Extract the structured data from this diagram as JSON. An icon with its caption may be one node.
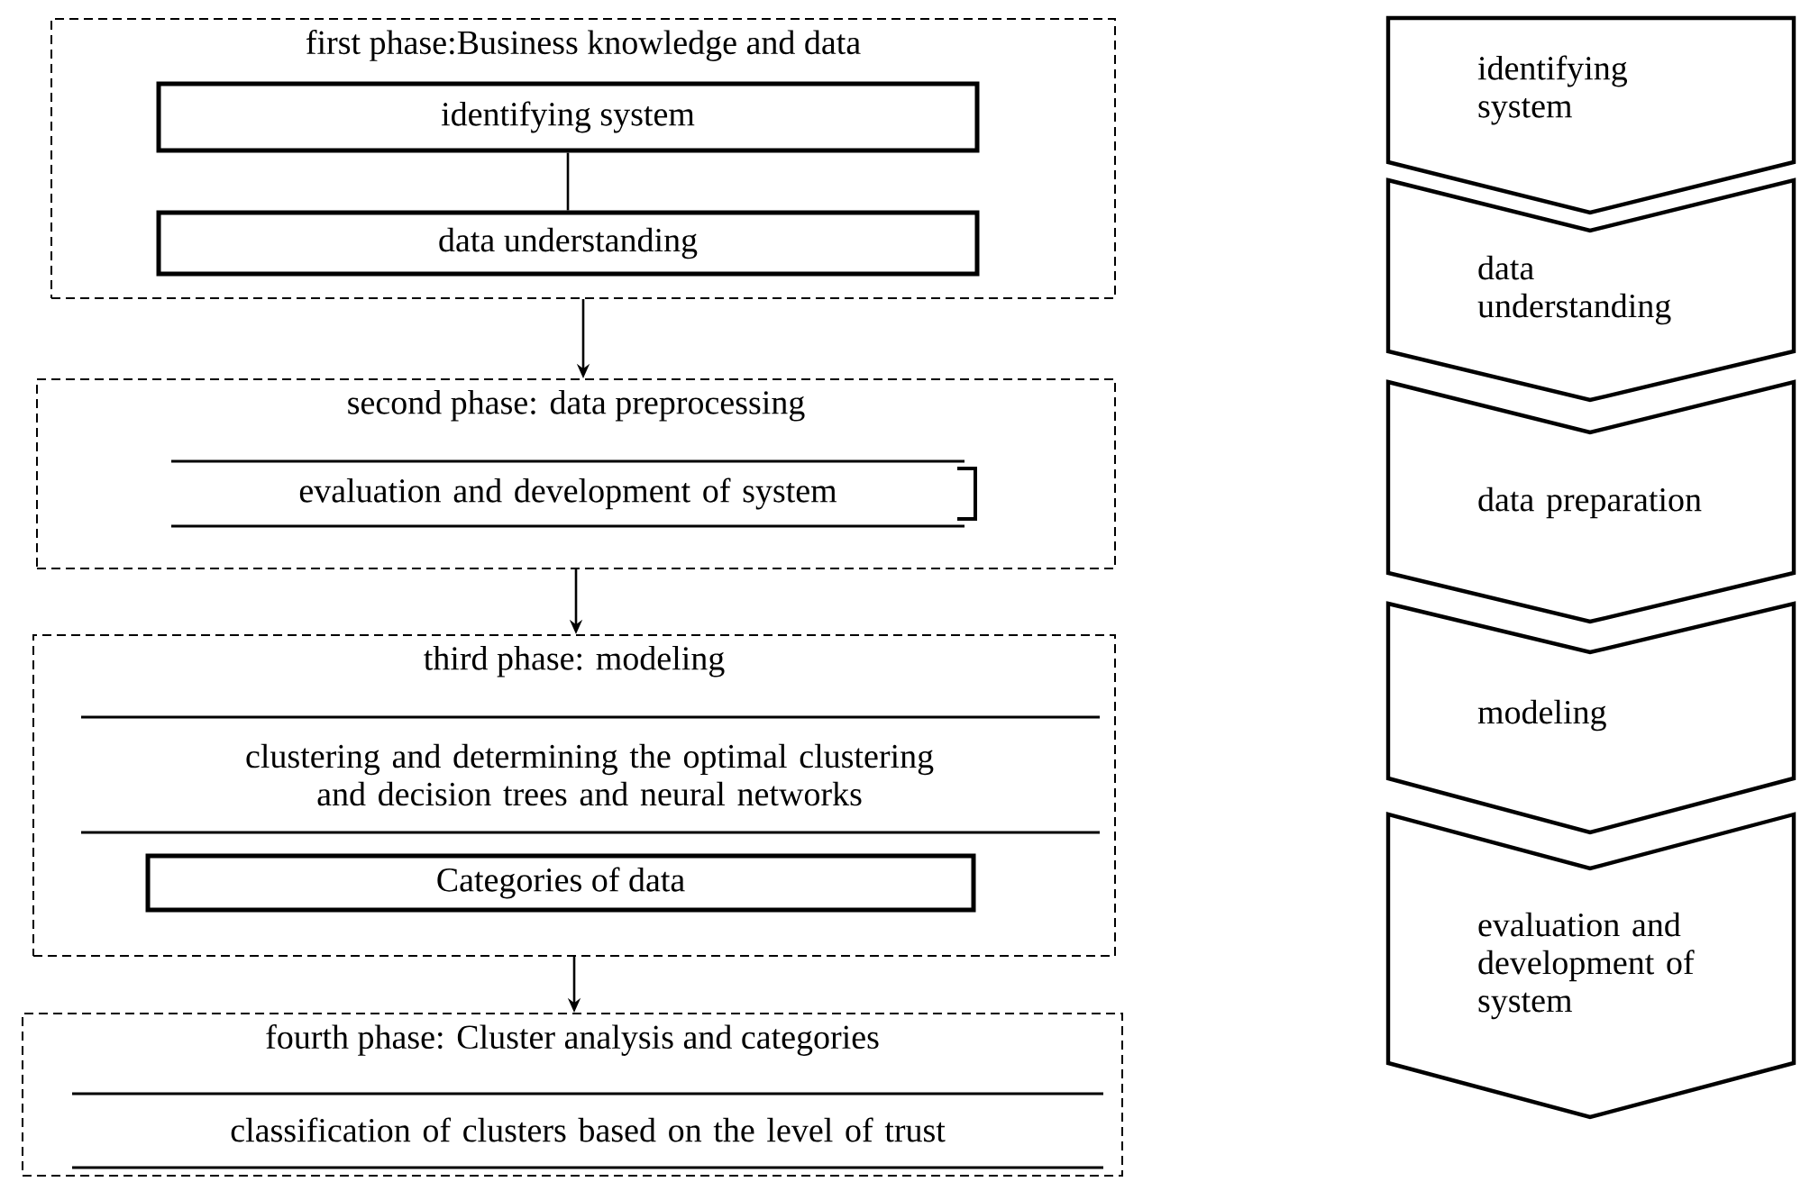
{
  "diagram": {
    "nodes": [
      {
        "text": [
          "first phase:Business knowledge and data"
        ]
      },
      {
        "text": [
          "identifying system"
        ],
        "in": 0
      },
      {
        "text": [
          "data understanding"
        ],
        "in": 0
      },
      {
        "text": [
          "second phase: data preprocessing"
        ]
      },
      {
        "text": [
          "evaluation and development of system"
        ],
        "in": 3
      },
      {
        "text": [
          "third phase: modeling"
        ]
      },
      {
        "text": [
          "clustering and determining the optimal clustering and decision trees and neural networks"
        ],
        "in": 5
      },
      {
        "text": [
          "Categories of data"
        ],
        "in": 5
      },
      {
        "text": [
          "fourth phase: Cluster analysis and categories"
        ]
      },
      {
        "text": [
          "classification of clusters based on the level of trust"
        ],
        "in": 8
      },
      {
        "text": [
          "identifying system"
        ]
      },
      {
        "text": [
          "data understanding"
        ]
      },
      {
        "text": [
          "data preparation"
        ]
      },
      {
        "text": [
          "modeling"
        ]
      },
      {
        "text": [
          "evaluation and development of system"
        ]
      }
    ],
    "edges": [
      {
        "from": 1,
        "to": 2,
        "arrow": "none"
      },
      {
        "from": 0,
        "to": 3,
        "arrow": "to"
      },
      {
        "from": 3,
        "to": 5,
        "arrow": "to"
      },
      {
        "from": 5,
        "to": 8,
        "arrow": "to"
      }
    ]
  }
}
